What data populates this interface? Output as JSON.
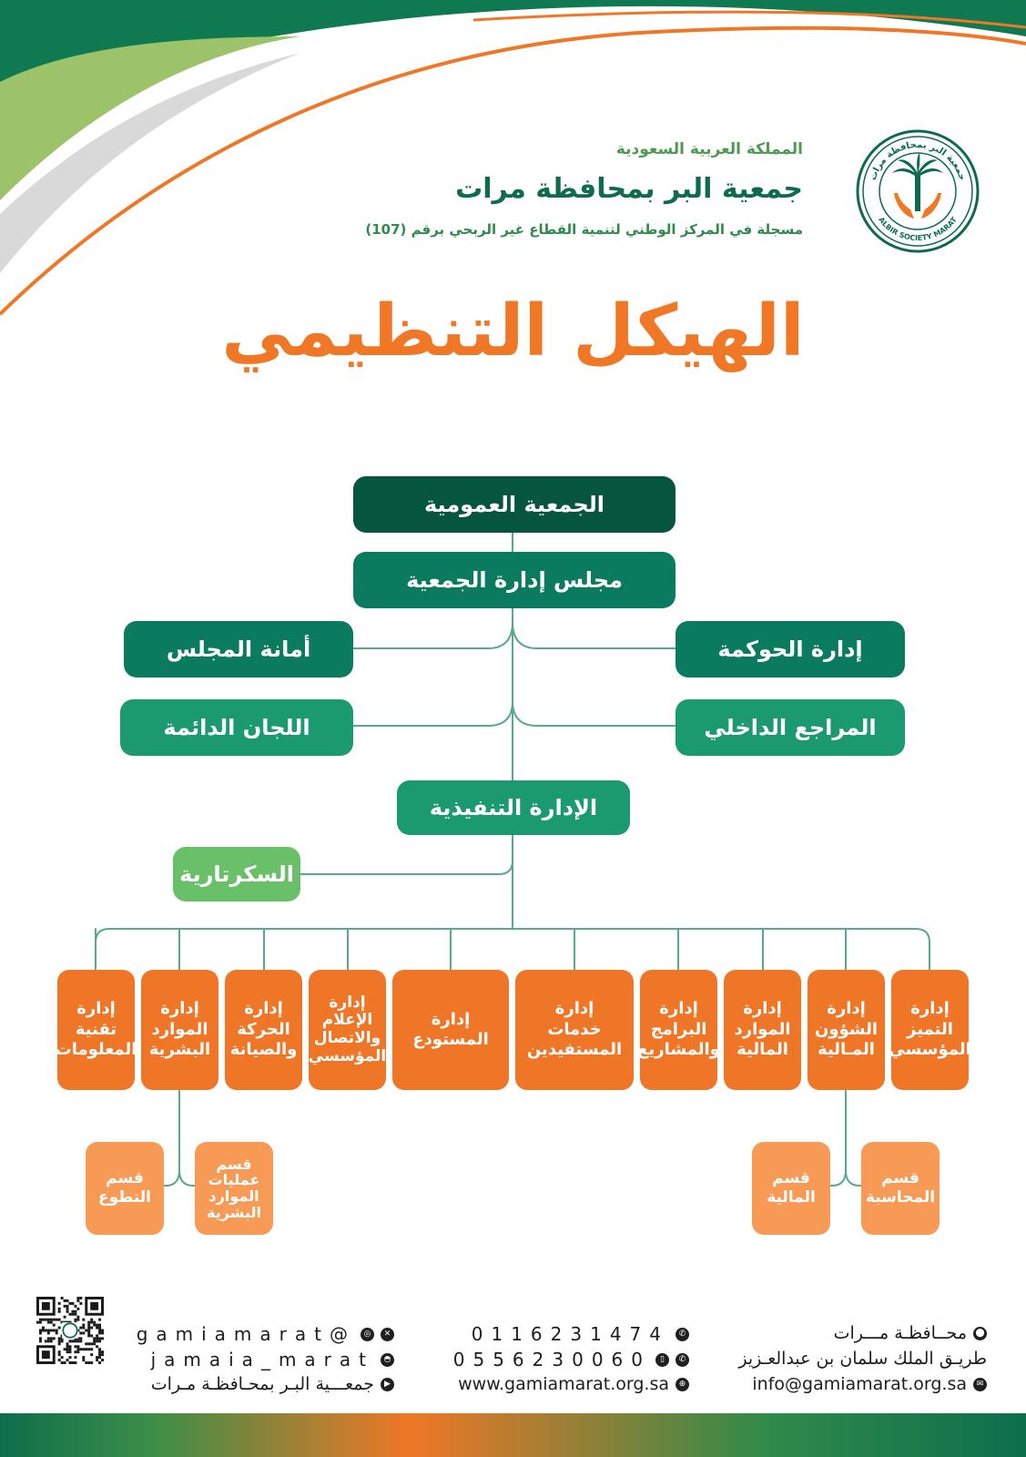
{
  "header": {
    "country": "المملكة العربية السعودية",
    "org_name": "جمعية البر بمحافظة مرات",
    "registration": "مسجلة في المركز الوطني لتنمية القطاع غير الربحي برقم (107)",
    "logo_text_ar": "جمعية البر بمحافظة مرات",
    "logo_text_en": "ALBIR SOCIETY MARAT"
  },
  "title": "الهيكل التنظيمي",
  "colors": {
    "dark_green": "#06553f",
    "green": "#0a7b5e",
    "mid_green": "#1b9a6f",
    "light_green": "#6abf69",
    "orange": "#ef7527",
    "light_orange": "#f69a56",
    "connector": "#5aa98a"
  },
  "chart": {
    "general_assembly": "الجمعية العمومية",
    "board": "مجلس إدارة الجمعية",
    "governance": "إدارة الحوكمة",
    "board_secretariat": "أمانة المجلس",
    "internal_audit": "المراجع الداخلي",
    "standing_committees": "اللجان الدائمة",
    "executive": "الإدارة التنفيذية",
    "secretariat": "السكرتارية",
    "departments": [
      {
        "lines": [
          "إدارة",
          "التميز",
          "المؤسسي"
        ]
      },
      {
        "lines": [
          "إدارة",
          "الشؤون",
          "المـالية"
        ]
      },
      {
        "lines": [
          "إدارة",
          "الموارد",
          "المالية"
        ]
      },
      {
        "lines": [
          "إدارة",
          "البرامج",
          "والمشاريع"
        ]
      },
      {
        "lines": [
          "إدارة",
          "خدمات",
          "المستفيدين"
        ]
      },
      {
        "lines": [
          "إدارة",
          "المستودع"
        ]
      },
      {
        "lines": [
          "إدارة",
          "الإعلام",
          "والاتصال",
          "المؤسسي"
        ]
      },
      {
        "lines": [
          "إدارة",
          "الحركة",
          "والصيانة"
        ]
      },
      {
        "lines": [
          "إدارة",
          "الموارد",
          "البشرية"
        ]
      },
      {
        "lines": [
          "إدارة",
          "تقنية",
          "المعلومات"
        ]
      }
    ],
    "sections": [
      {
        "lines": [
          "قسم",
          "المحاسبة"
        ]
      },
      {
        "lines": [
          "قسم",
          "المالية"
        ]
      },
      {
        "lines": [
          "قسم",
          "عمليات",
          "الموارد",
          "البشرية"
        ]
      },
      {
        "lines": [
          "قسم",
          "التطوع"
        ]
      }
    ]
  },
  "footer": {
    "location": "محــافظـة مـــرات",
    "address": "طريـق الملك سلمان بن عبدالعـزيز",
    "email": "info@gamiamarat.org.sa",
    "phone": "0116231474",
    "mobile": "0556230060",
    "website": "www.gamiamarat.org.sa",
    "handle_x": "@gamiamarat",
    "handle_snap": "jamaia_marat",
    "youtube": "جمعـــية البـر بمحـافظـة مـرات"
  }
}
